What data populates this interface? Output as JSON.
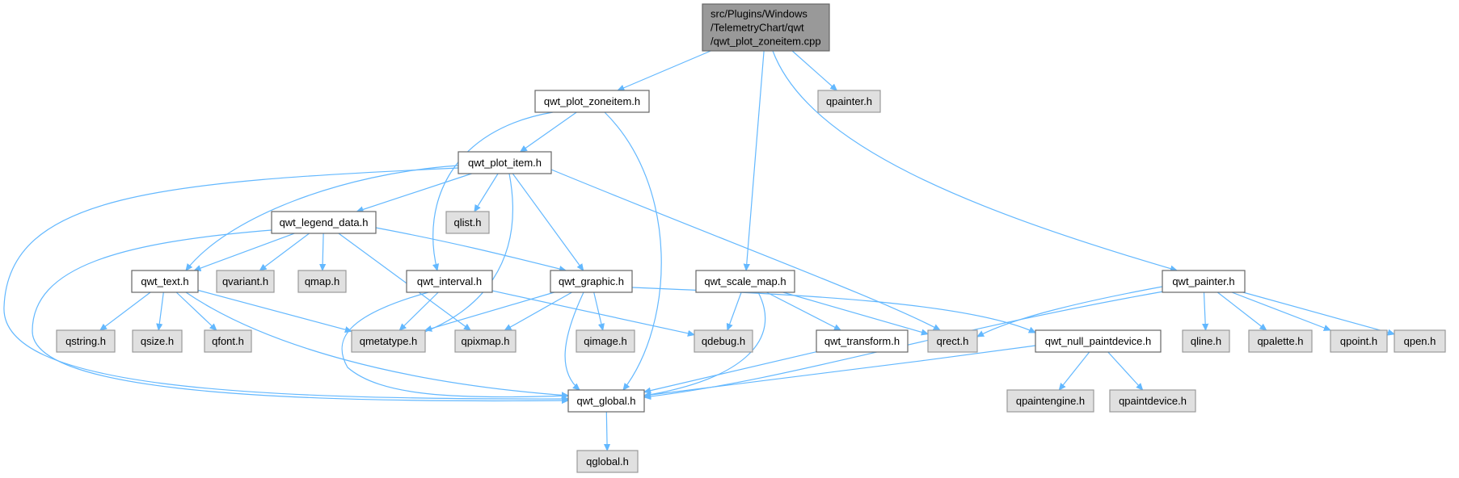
{
  "colors": {
    "edge": "#63b8ff",
    "root_fill": "#999999",
    "root_stroke": "#666666",
    "doc_fill": "#ffffff",
    "doc_stroke": "#666666",
    "ext_fill": "#e0e0e0",
    "ext_stroke": "#999999"
  },
  "nodes": [
    {
      "id": "root",
      "kind": "root",
      "lines": [
        "src/Plugins/Windows",
        "/TelemetryChart/qwt",
        "/qwt_plot_zoneitem.cpp"
      ]
    },
    {
      "id": "qwt_plot_zoneitem_h",
      "kind": "doc",
      "lines": [
        "qwt_plot_zoneitem.h"
      ]
    },
    {
      "id": "qpainter_h",
      "kind": "ext",
      "lines": [
        "qpainter.h"
      ]
    },
    {
      "id": "qwt_plot_item_h",
      "kind": "doc",
      "lines": [
        "qwt_plot_item.h"
      ]
    },
    {
      "id": "qwt_legend_data_h",
      "kind": "doc",
      "lines": [
        "qwt_legend_data.h"
      ]
    },
    {
      "id": "qlist_h",
      "kind": "ext",
      "lines": [
        "qlist.h"
      ]
    },
    {
      "id": "qwt_text_h",
      "kind": "doc",
      "lines": [
        "qwt_text.h"
      ]
    },
    {
      "id": "qvariant_h",
      "kind": "ext",
      "lines": [
        "qvariant.h"
      ]
    },
    {
      "id": "qmap_h",
      "kind": "ext",
      "lines": [
        "qmap.h"
      ]
    },
    {
      "id": "qwt_interval_h",
      "kind": "doc",
      "lines": [
        "qwt_interval.h"
      ]
    },
    {
      "id": "qwt_graphic_h",
      "kind": "doc",
      "lines": [
        "qwt_graphic.h"
      ]
    },
    {
      "id": "qwt_scale_map_h",
      "kind": "doc",
      "lines": [
        "qwt_scale_map.h"
      ]
    },
    {
      "id": "qwt_painter_h",
      "kind": "doc",
      "lines": [
        "qwt_painter.h"
      ]
    },
    {
      "id": "qstring_h",
      "kind": "ext",
      "lines": [
        "qstring.h"
      ]
    },
    {
      "id": "qsize_h",
      "kind": "ext",
      "lines": [
        "qsize.h"
      ]
    },
    {
      "id": "qfont_h",
      "kind": "ext",
      "lines": [
        "qfont.h"
      ]
    },
    {
      "id": "qmetatype_h",
      "kind": "ext",
      "lines": [
        "qmetatype.h"
      ]
    },
    {
      "id": "qpixmap_h",
      "kind": "ext",
      "lines": [
        "qpixmap.h"
      ]
    },
    {
      "id": "qimage_h",
      "kind": "ext",
      "lines": [
        "qimage.h"
      ]
    },
    {
      "id": "qdebug_h",
      "kind": "ext",
      "lines": [
        "qdebug.h"
      ]
    },
    {
      "id": "qwt_transform_h",
      "kind": "doc",
      "lines": [
        "qwt_transform.h"
      ]
    },
    {
      "id": "qrect_h",
      "kind": "ext",
      "lines": [
        "qrect.h"
      ]
    },
    {
      "id": "qwt_null_paintdevice_h",
      "kind": "doc",
      "lines": [
        "qwt_null_paintdevice.h"
      ]
    },
    {
      "id": "qline_h",
      "kind": "ext",
      "lines": [
        "qline.h"
      ]
    },
    {
      "id": "qpalette_h",
      "kind": "ext",
      "lines": [
        "qpalette.h"
      ]
    },
    {
      "id": "qpoint_h",
      "kind": "ext",
      "lines": [
        "qpoint.h"
      ]
    },
    {
      "id": "qpen_h",
      "kind": "ext",
      "lines": [
        "qpen.h"
      ]
    },
    {
      "id": "qwt_global_h",
      "kind": "doc",
      "lines": [
        "qwt_global.h"
      ]
    },
    {
      "id": "qpaintengine_h",
      "kind": "ext",
      "lines": [
        "qpaintengine.h"
      ]
    },
    {
      "id": "qpaintdevice_h",
      "kind": "ext",
      "lines": [
        "qpaintdevice.h"
      ]
    },
    {
      "id": "qglobal_h",
      "kind": "ext",
      "lines": [
        "qglobal.h"
      ]
    }
  ],
  "edges": [
    {
      "from": "root",
      "to": "qwt_plot_zoneitem_h"
    },
    {
      "from": "root",
      "to": "qpainter_h"
    },
    {
      "from": "root",
      "to": "qwt_scale_map_h"
    },
    {
      "from": "root",
      "to": "qwt_painter_h"
    },
    {
      "from": "qwt_plot_zoneitem_h",
      "to": "qwt_plot_item_h"
    },
    {
      "from": "qwt_plot_zoneitem_h",
      "to": "qwt_interval_h"
    },
    {
      "from": "qwt_plot_zoneitem_h",
      "to": "qwt_global_h"
    },
    {
      "from": "qwt_plot_item_h",
      "to": "qwt_legend_data_h"
    },
    {
      "from": "qwt_plot_item_h",
      "to": "qlist_h"
    },
    {
      "from": "qwt_plot_item_h",
      "to": "qwt_text_h"
    },
    {
      "from": "qwt_plot_item_h",
      "to": "qwt_graphic_h"
    },
    {
      "from": "qwt_plot_item_h",
      "to": "qmetatype_h"
    },
    {
      "from": "qwt_plot_item_h",
      "to": "qrect_h"
    },
    {
      "from": "qwt_plot_item_h",
      "to": "qwt_global_h"
    },
    {
      "from": "qwt_legend_data_h",
      "to": "qwt_text_h"
    },
    {
      "from": "qwt_legend_data_h",
      "to": "qvariant_h"
    },
    {
      "from": "qwt_legend_data_h",
      "to": "qmap_h"
    },
    {
      "from": "qwt_legend_data_h",
      "to": "qpixmap_h"
    },
    {
      "from": "qwt_legend_data_h",
      "to": "qwt_graphic_h"
    },
    {
      "from": "qwt_legend_data_h",
      "to": "qwt_global_h"
    },
    {
      "from": "qwt_text_h",
      "to": "qstring_h"
    },
    {
      "from": "qwt_text_h",
      "to": "qsize_h"
    },
    {
      "from": "qwt_text_h",
      "to": "qfont_h"
    },
    {
      "from": "qwt_text_h",
      "to": "qmetatype_h"
    },
    {
      "from": "qwt_text_h",
      "to": "qwt_global_h"
    },
    {
      "from": "qwt_interval_h",
      "to": "qmetatype_h"
    },
    {
      "from": "qwt_interval_h",
      "to": "qdebug_h"
    },
    {
      "from": "qwt_interval_h",
      "to": "qwt_global_h"
    },
    {
      "from": "qwt_graphic_h",
      "to": "qmetatype_h"
    },
    {
      "from": "qwt_graphic_h",
      "to": "qpixmap_h"
    },
    {
      "from": "qwt_graphic_h",
      "to": "qimage_h"
    },
    {
      "from": "qwt_graphic_h",
      "to": "qwt_null_paintdevice_h"
    },
    {
      "from": "qwt_graphic_h",
      "to": "qwt_global_h"
    },
    {
      "from": "qwt_scale_map_h",
      "to": "qdebug_h"
    },
    {
      "from": "qwt_scale_map_h",
      "to": "qwt_transform_h"
    },
    {
      "from": "qwt_scale_map_h",
      "to": "qrect_h"
    },
    {
      "from": "qwt_scale_map_h",
      "to": "qwt_global_h"
    },
    {
      "from": "qwt_transform_h",
      "to": "qwt_global_h"
    },
    {
      "from": "qwt_null_paintdevice_h",
      "to": "qpaintengine_h"
    },
    {
      "from": "qwt_null_paintdevice_h",
      "to": "qpaintdevice_h"
    },
    {
      "from": "qwt_null_paintdevice_h",
      "to": "qwt_global_h"
    },
    {
      "from": "qwt_painter_h",
      "to": "qrect_h"
    },
    {
      "from": "qwt_painter_h",
      "to": "qline_h"
    },
    {
      "from": "qwt_painter_h",
      "to": "qpalette_h"
    },
    {
      "from": "qwt_painter_h",
      "to": "qpoint_h"
    },
    {
      "from": "qwt_painter_h",
      "to": "qpen_h"
    },
    {
      "from": "qwt_painter_h",
      "to": "qwt_global_h"
    },
    {
      "from": "qwt_global_h",
      "to": "qglobal_h"
    }
  ]
}
